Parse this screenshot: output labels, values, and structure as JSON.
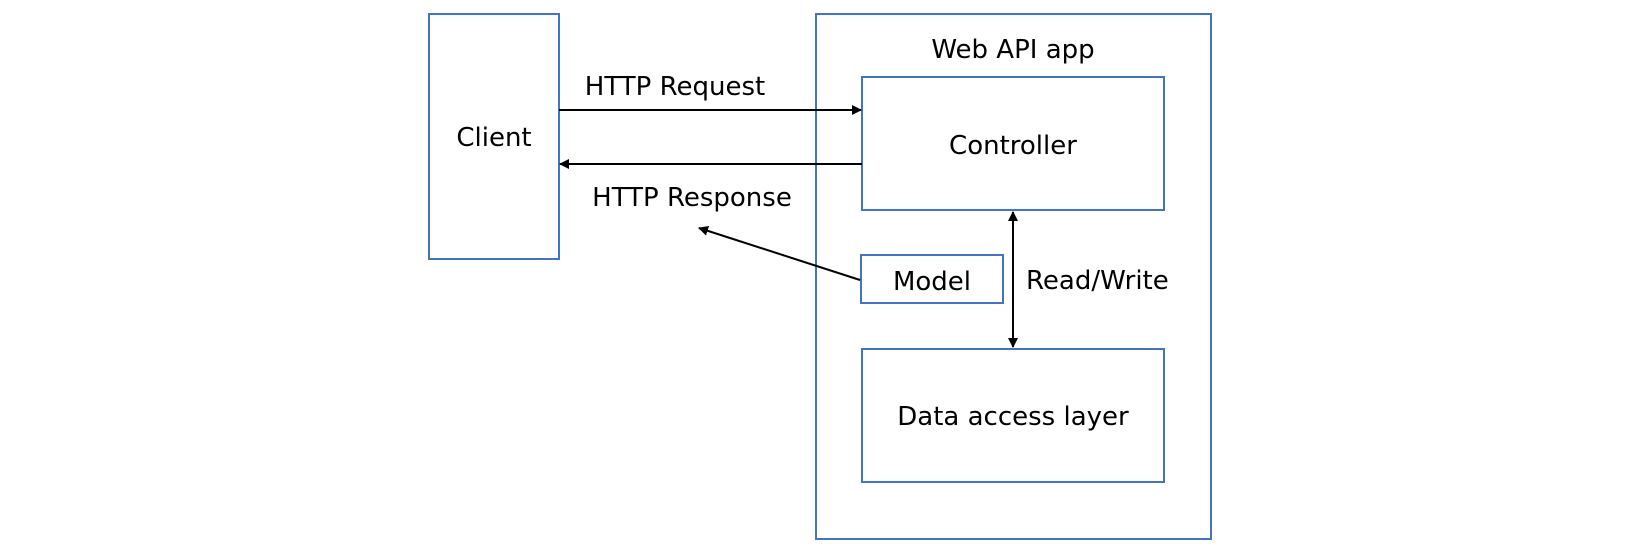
{
  "diagram": {
    "client": "Client",
    "app": "Web API app",
    "controller": "Controller",
    "model": "Model",
    "data_access": "Data access layer",
    "request": "HTTP Request",
    "response": "HTTP Response",
    "read_write": "Read/Write"
  },
  "colors": {
    "box_stroke": "#4472C4",
    "arrow": "#000000"
  }
}
